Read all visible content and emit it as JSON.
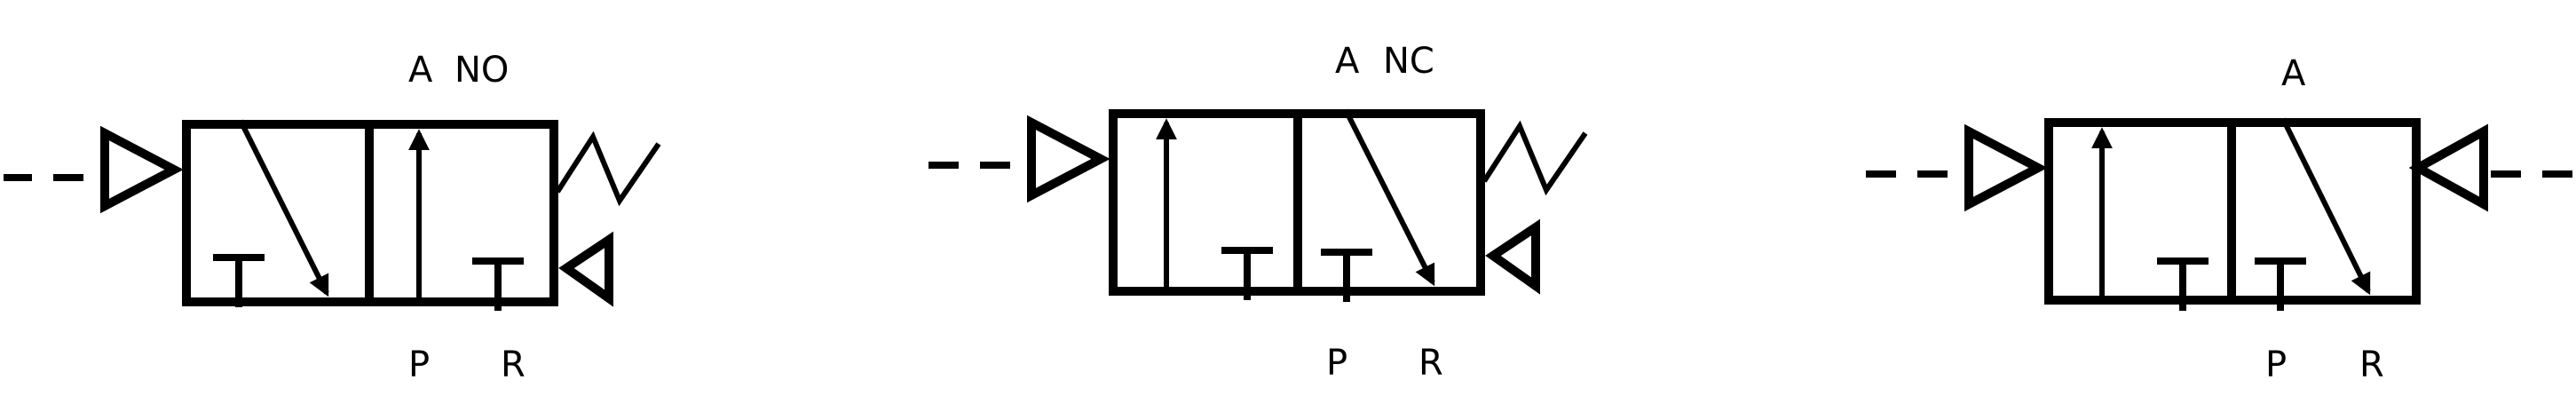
{
  "valves": [
    {
      "id": "valve-no",
      "port_top": "A",
      "type_label": "NO",
      "port_p": "P",
      "port_r": "R",
      "actuators": [
        "pilot-left",
        "pilot-right-small",
        "spring-right"
      ]
    },
    {
      "id": "valve-nc",
      "port_top": "A",
      "type_label": "NC",
      "port_p": "P",
      "port_r": "R",
      "actuators": [
        "pilot-left",
        "pilot-right-small",
        "spring-right"
      ]
    },
    {
      "id": "valve-3",
      "port_top": "A",
      "type_label": "",
      "port_p": "P",
      "port_r": "R",
      "actuators": [
        "pilot-left",
        "pilot-right"
      ]
    }
  ],
  "colors": {
    "stroke": "#000000",
    "background": "#ffffff"
  }
}
